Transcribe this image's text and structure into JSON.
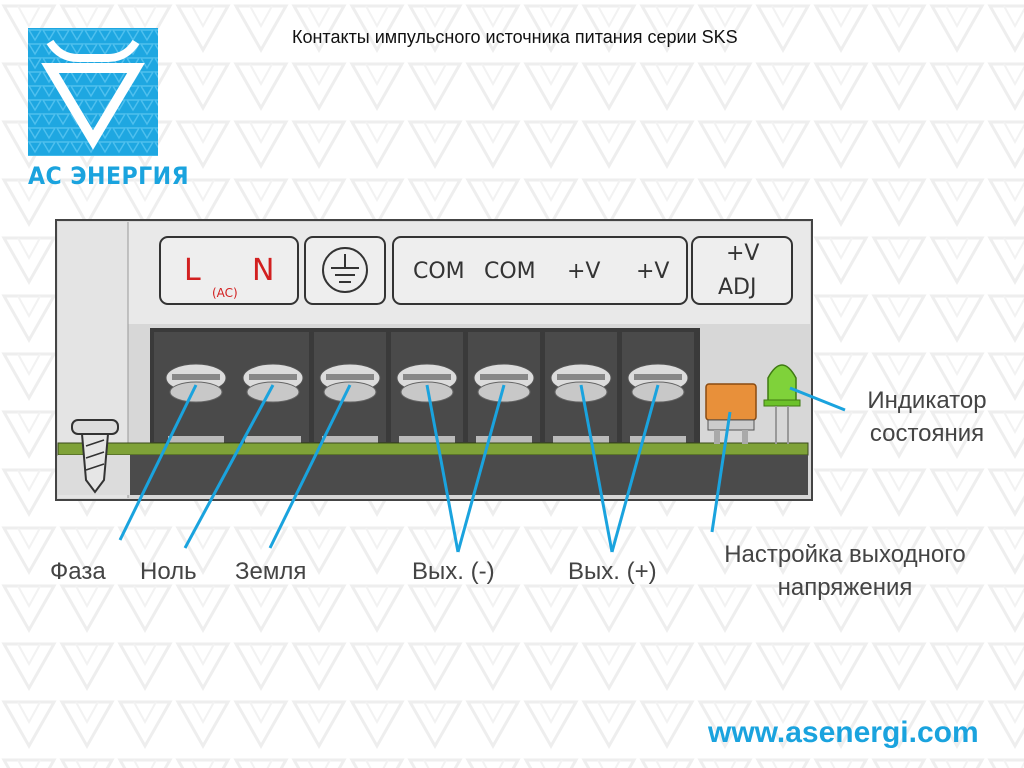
{
  "header": {
    "title": "Контакты импульсного источника питания серии SKS"
  },
  "logo": {
    "text": "АС ЭНЕРГИЯ",
    "brand_color": "#1ea7e1"
  },
  "panel": {
    "ac_group": {
      "l": "L",
      "ac": "(AC)",
      "n": "N"
    },
    "ground_icon": "ground-icon",
    "output_group": {
      "com1": "COM",
      "com2": "COM",
      "v1": "+V",
      "v2": "+V"
    },
    "adj_group": {
      "top": "+V",
      "bottom": "ADJ"
    }
  },
  "labels": {
    "faza": "Фаза",
    "nol": "Ноль",
    "zemlya": "Земля",
    "vyh_minus": "Вых. (-)",
    "vyh_plus": "Вых. (+)",
    "nastroika_line1": "Настройка выходного",
    "nastroika_line2": "напряжения",
    "indikator_line1": "Индикатор",
    "indikator_line2": "состояния"
  },
  "footer": {
    "website": "www.asenergi.com"
  },
  "colors": {
    "accent": "#1aa3de",
    "leader": "#1aa3de",
    "ac_text": "#d22020",
    "pcb_green": "#7fa238",
    "potentiometer": "#e8903a",
    "led": "#7fd23a"
  }
}
